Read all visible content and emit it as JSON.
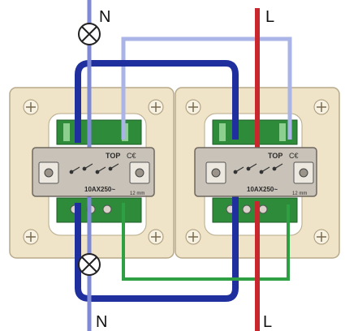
{
  "labels": {
    "neutral_top": "N",
    "neutral_bottom": "N",
    "line_top": "L",
    "line_bottom": "L"
  },
  "switches": [
    {
      "top_marking": "TOP",
      "rating": "10AX250~",
      "strip_length": "12 mm"
    },
    {
      "top_marking": "TOP",
      "rating": "10AX250~",
      "strip_length": "12 mm"
    }
  ],
  "colors": {
    "neutral_wire": "#7f8ad6",
    "jumper_blue": "#1f2f9e",
    "line_wire": "#c8282d",
    "traveler_light": "#aab4e6",
    "traveler_green": "#2ea043",
    "frame": "#efe4c8",
    "switch_body": "#c9c2b8",
    "terminal_green": "#2e8b3a"
  },
  "icons": [
    "lamp-icon",
    "lamp-icon"
  ]
}
